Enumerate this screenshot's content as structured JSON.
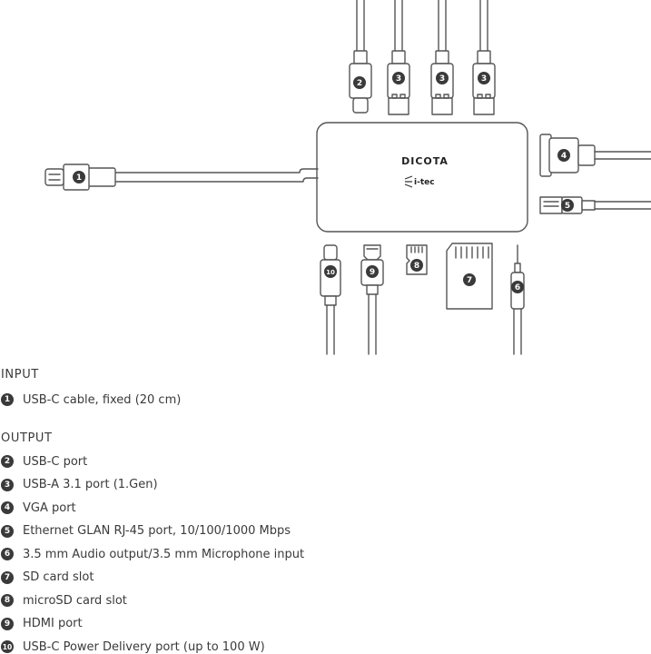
{
  "brand": {
    "name": "DICOTA",
    "sub_brand": "i-tec"
  },
  "diagram": {
    "numbers": [
      "1",
      "2",
      "3",
      "3",
      "3",
      "4",
      "5",
      "6",
      "7",
      "8",
      "9",
      "10"
    ]
  },
  "legend": {
    "input_title": "INPUT",
    "input_items": [
      {
        "num": "1",
        "label": "USB-C cable, fixed (20 cm)"
      }
    ],
    "output_title": "OUTPUT",
    "output_items": [
      {
        "num": "2",
        "label": "USB-C port"
      },
      {
        "num": "3",
        "label": "USB-A 3.1 port (1.Gen)"
      },
      {
        "num": "4",
        "label": "VGA port"
      },
      {
        "num": "5",
        "label": "Ethernet GLAN RJ-45 port, 10/100/1000 Mbps"
      },
      {
        "num": "6",
        "label": "3.5 mm Audio output/3.5 mm Microphone input"
      },
      {
        "num": "7",
        "label": "SD card slot"
      },
      {
        "num": "8",
        "label": "microSD card slot"
      },
      {
        "num": "9",
        "label": "HDMI port"
      },
      {
        "num": "10",
        "label": "USB-C Power Delivery port (up to 100 W)"
      }
    ]
  }
}
